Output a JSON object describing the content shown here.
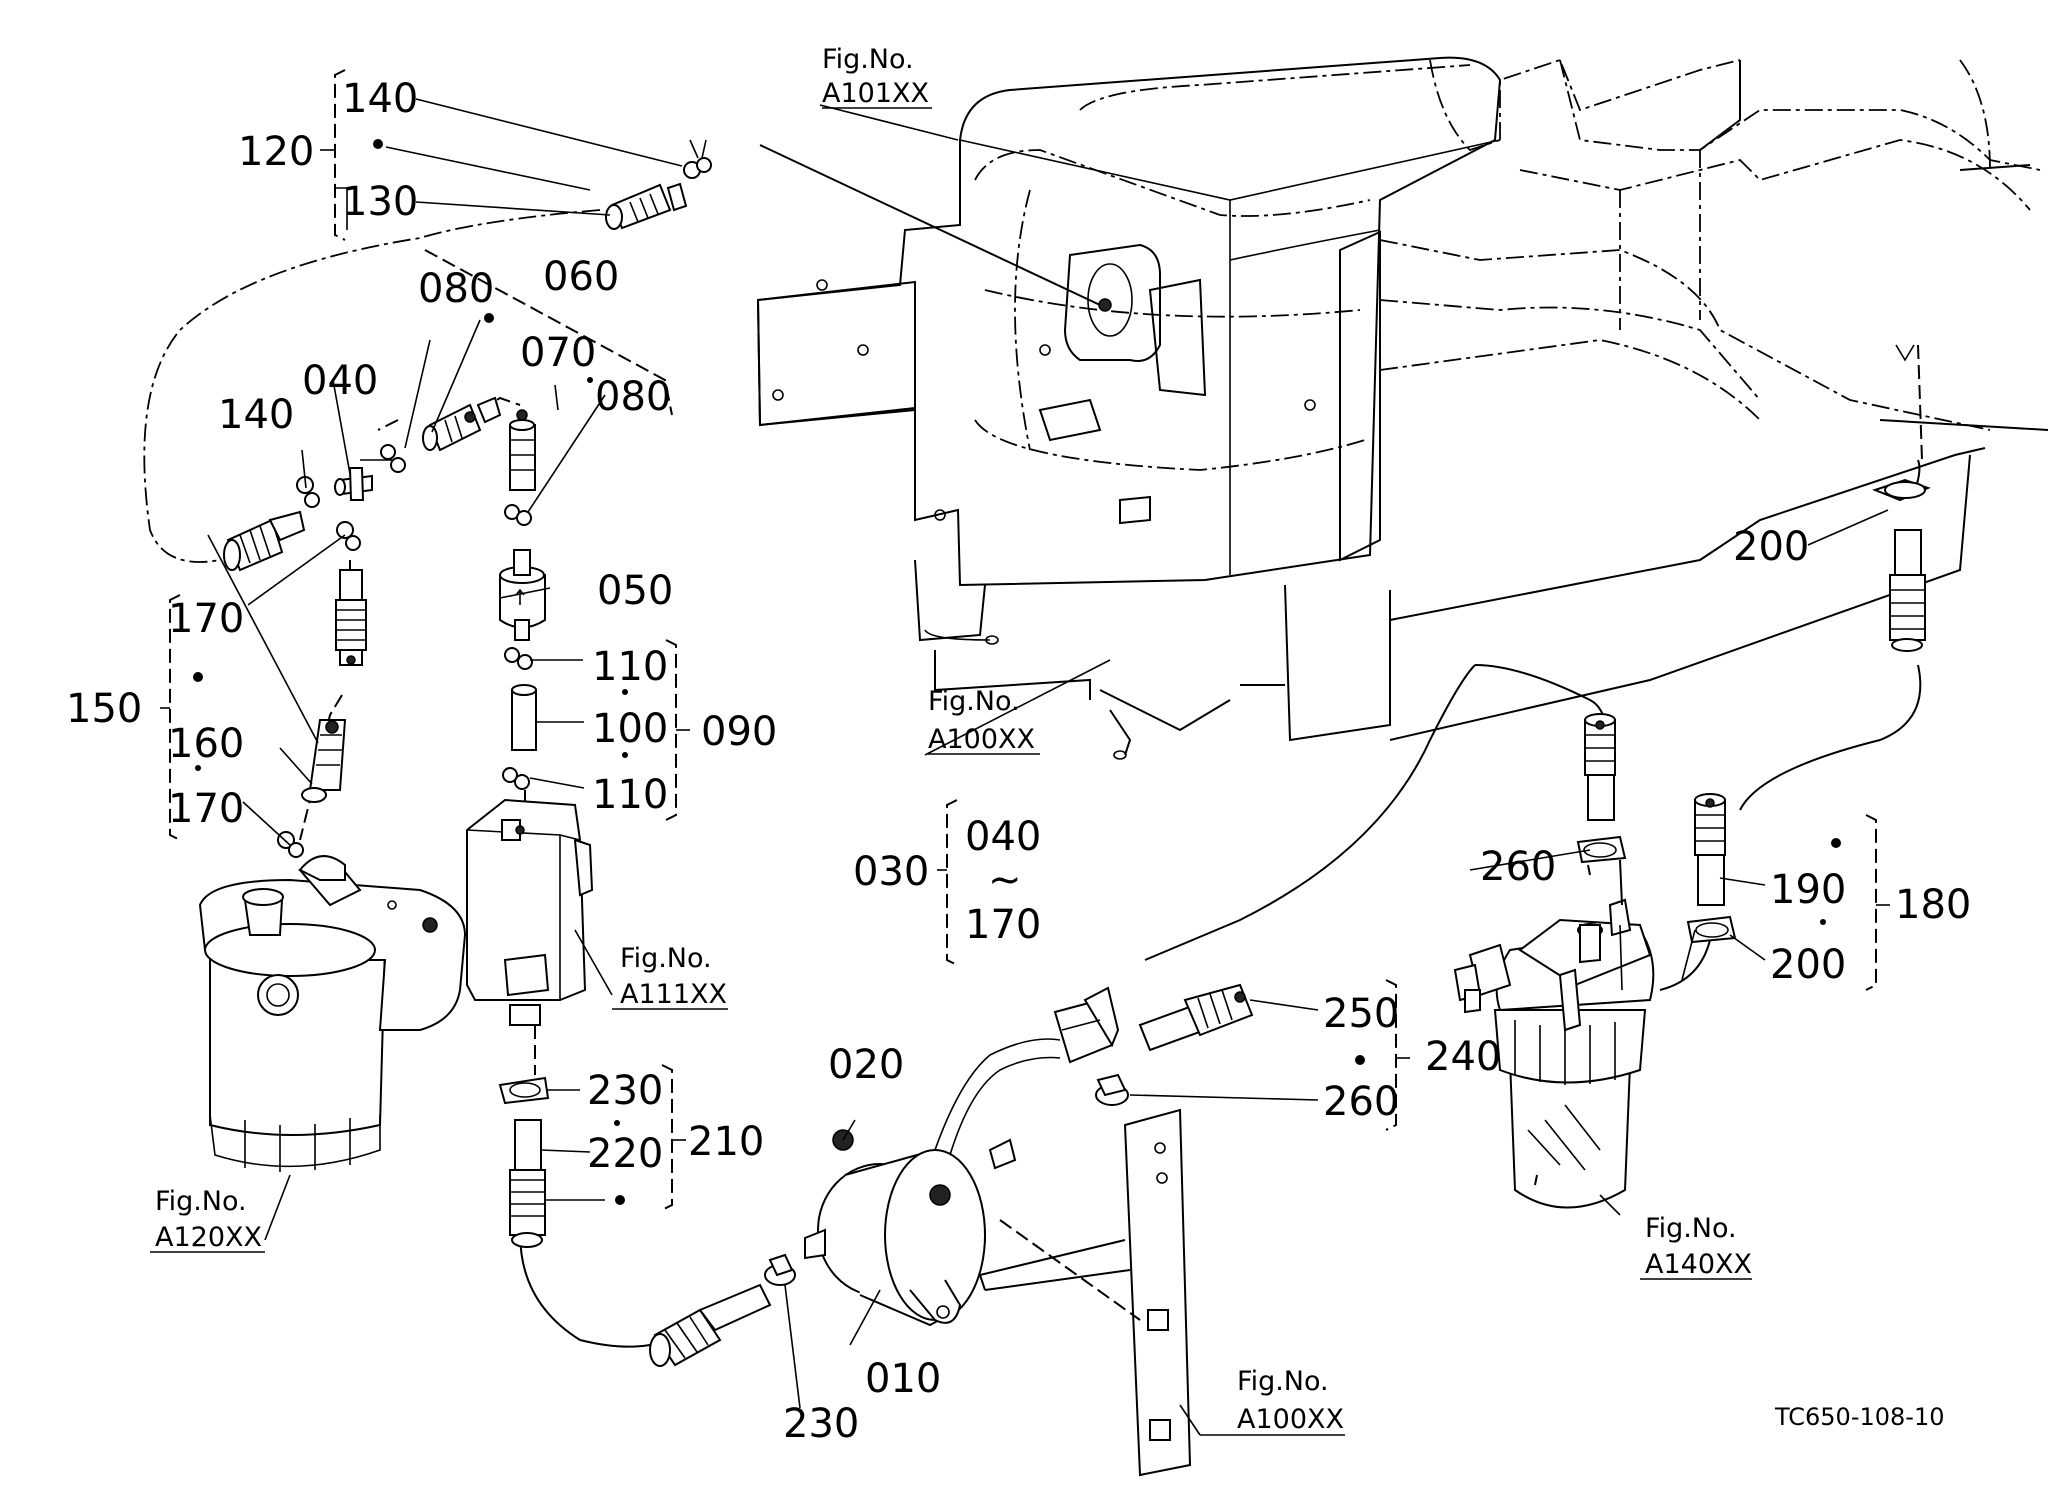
{
  "figure_refs": {
    "a101": {
      "fig": "Fig.No.",
      "code": "A101XX"
    },
    "a100_top": {
      "fig": "Fig.No.",
      "code": "A100XX"
    },
    "a111": {
      "fig": "Fig.No.",
      "code": "A111XX"
    },
    "a120": {
      "fig": "Fig.No.",
      "code": "A120XX"
    },
    "a140": {
      "fig": "Fig.No.",
      "code": "A140XX"
    },
    "a100_bottom": {
      "fig": "Fig.No.",
      "code": "A100XX"
    }
  },
  "parts": {
    "p010": "010",
    "p020": "020",
    "p030": "030",
    "p040_range": "040",
    "tilde": "~",
    "p170_range": "170",
    "p040": "040",
    "p050": "050",
    "p060": "060",
    "p070": "070",
    "p080_a": "080",
    "p080_b": "080",
    "p090": "090",
    "p100": "100",
    "p110_a": "110",
    "p110_b": "110",
    "p120": "120",
    "p130": "130",
    "p140_a": "140",
    "p140_b": "140",
    "p150": "150",
    "p160": "160",
    "p170_a": "170",
    "p170_b": "170",
    "p180": "180",
    "p190": "190",
    "p200_a": "200",
    "p200_b": "200",
    "p210": "210",
    "p220": "220",
    "p230_a": "230",
    "p230_b": "230",
    "p240": "240",
    "p250": "250",
    "p260_a": "260",
    "p260_b": "260"
  },
  "drawing_code": "TC650-108-10"
}
